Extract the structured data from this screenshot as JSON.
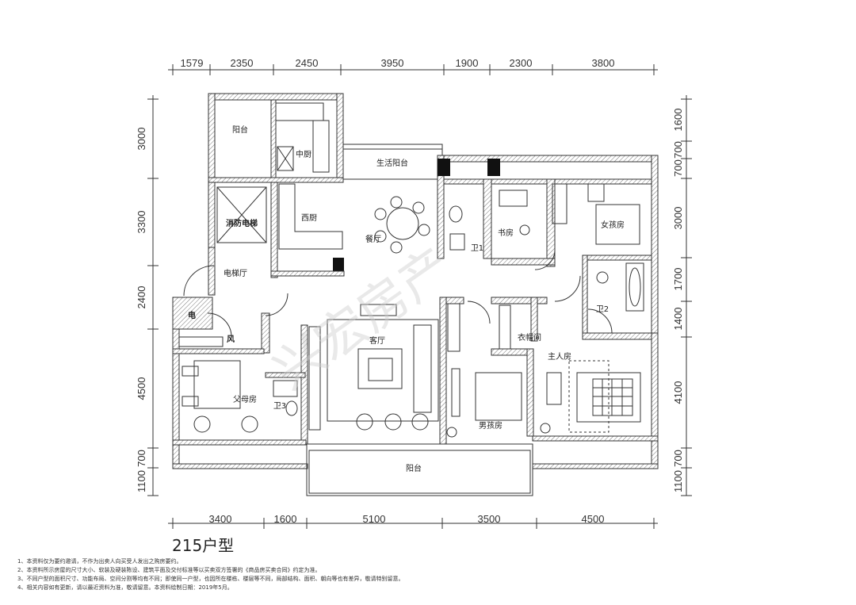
{
  "dimensions": {
    "top": [
      "1579",
      "2350",
      "2450",
      "3950",
      "1900",
      "2300",
      "3800"
    ],
    "bottom": [
      "3400",
      "1600",
      "5100",
      "3500",
      "4500"
    ],
    "left": [
      "3000",
      "3300",
      "2400",
      "4500",
      "700",
      "1100"
    ],
    "right": [
      "1600",
      "700",
      "700",
      "3000",
      "1700",
      "1400",
      "4100",
      "700",
      "1100"
    ]
  },
  "rooms": {
    "balcony_nw": "阳台",
    "chinese_kitchen": "中厨",
    "service_balcony": "生活阳台",
    "fire_elevator": "消防电梯",
    "western_kitchen": "西厨",
    "dining": "餐厅",
    "study": "书房",
    "bath1": "卫1",
    "girls_room": "女孩房",
    "elevator_hall": "电梯厅",
    "electric": "电",
    "wind": "风",
    "living": "客厅",
    "cloakroom": "衣帽间",
    "bath2": "卫2",
    "master": "主人房",
    "parents": "父母房",
    "bath3": "卫3",
    "boys_room": "男孩房",
    "balcony_s": "阳台"
  },
  "watermark": "兴宏房产",
  "title": "215户型",
  "notes": [
    "1、本资料仅为要约邀请，不作为出卖人向买受人发出之购房要约。",
    "2、本资料所示房屋的尺寸大小、软装及硬装陈设、建筑平面及交付标准等以买卖双方签署的《商品房买卖合同》约定为准。",
    "3、不同户型的面积尺寸、功能布局、空间分割等均有不同；即使同一户型，也因所在楼栋、楼层等不同，局部结构、面积、朝向等也有差异，敬请特别留意。",
    "4、相关内容如有更新，请以最近资料为准，敬请留意。本资料绘制日期：2019年5月。"
  ]
}
